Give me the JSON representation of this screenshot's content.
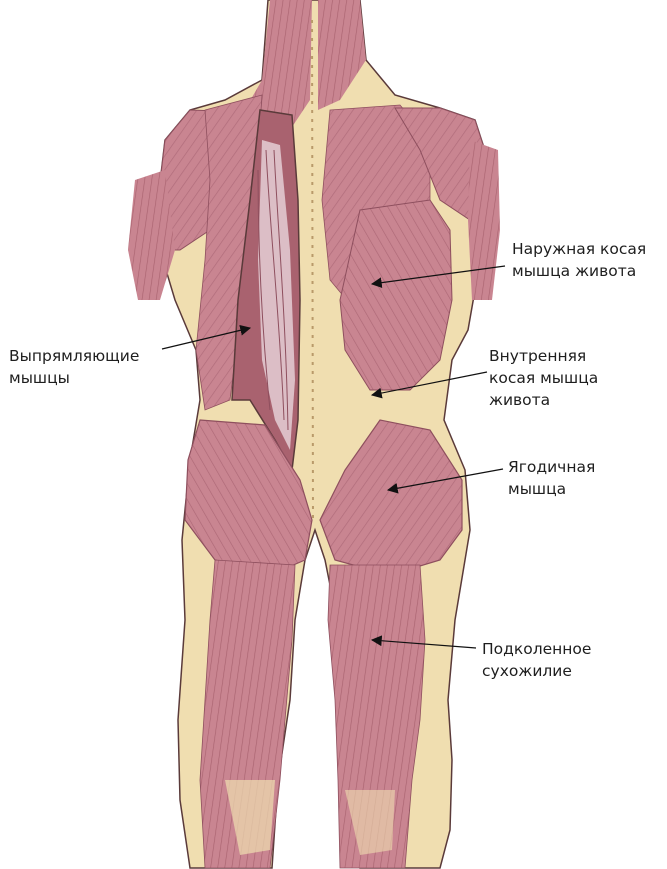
{
  "colors": {
    "muscle": "#c98591",
    "muscle_dark": "#a55e6d",
    "muscle_deep": "#8e4f5e",
    "skin": "#f0deb0",
    "outline": "#5a3a3a",
    "text": "#1e1e1e"
  },
  "labels": {
    "external_oblique": [
      "Наружная косая",
      "мышца живота"
    ],
    "erector_spinae": [
      "Выпрямляющие",
      "мышцы"
    ],
    "internal_oblique": [
      "Внутренняя",
      "косая мышца",
      "живота"
    ],
    "gluteus": [
      "Ягодичная",
      "мышца"
    ],
    "hamstring": [
      "Подколенное",
      "сухожилие"
    ]
  }
}
